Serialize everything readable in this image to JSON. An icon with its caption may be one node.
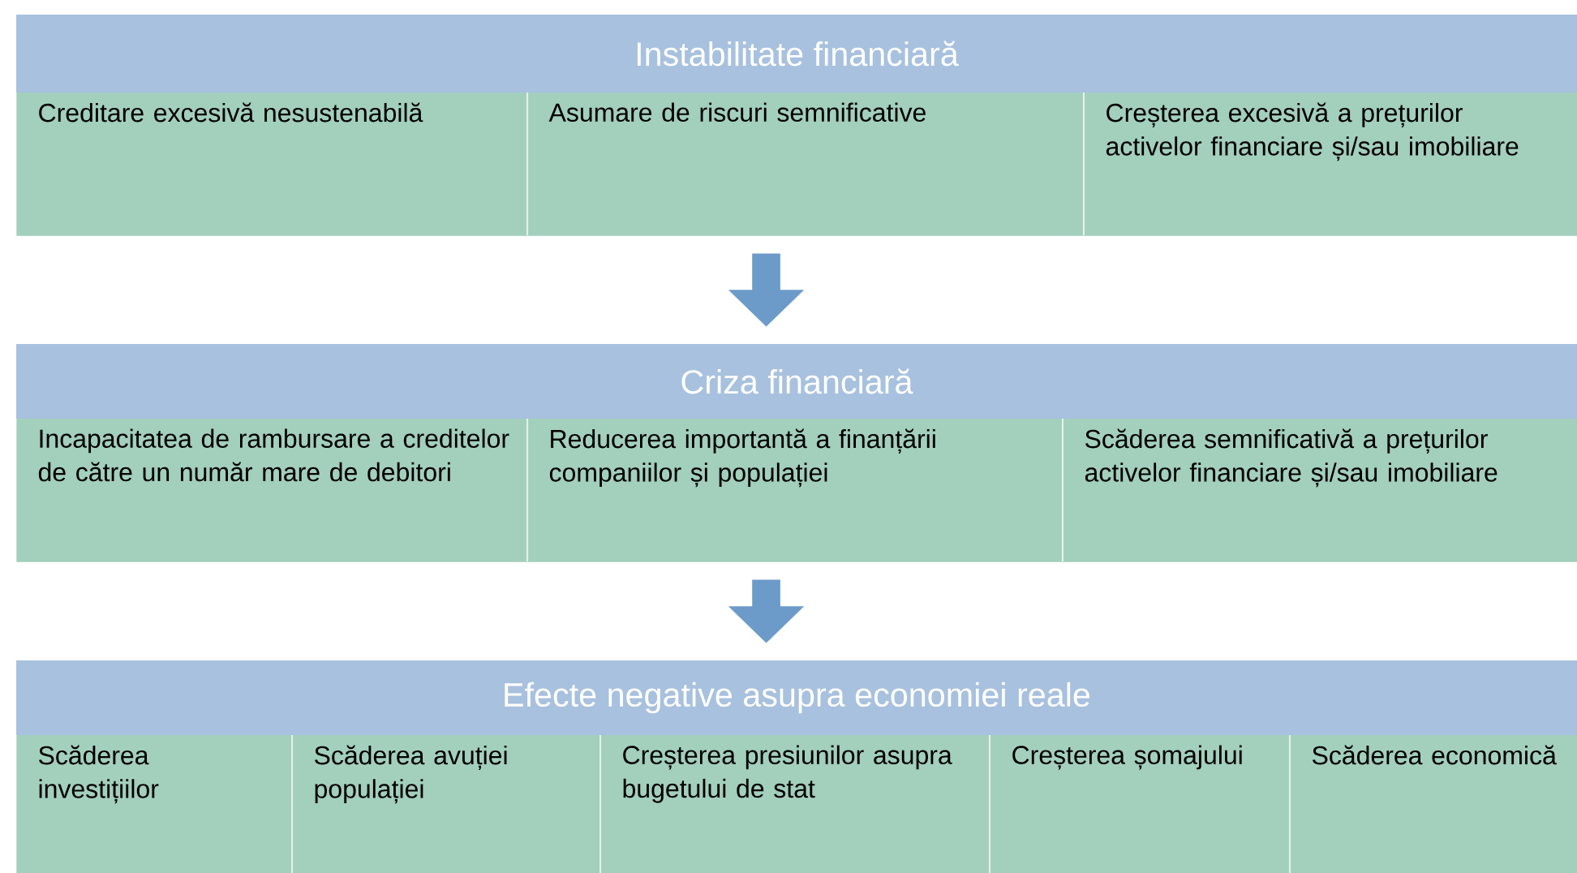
{
  "diagram": {
    "nodes": [
      {
        "text": [
          "Instabilitate financiară"
        ]
      },
      {
        "text": [
          "Creditare excesivă nesustenabilă"
        ],
        "in": 0
      },
      {
        "text": [
          "Asumare de riscuri semnificative"
        ],
        "in": 0
      },
      {
        "text": [
          "Creșterea excesivă a prețurilor activelor financiare și/sau imobiliare"
        ],
        "in": 0
      },
      {
        "text": [
          "Criza financiară"
        ]
      },
      {
        "text": [
          "Incapacitatea de rambursare a creditelor de către un număr mare de debitori"
        ],
        "in": 4
      },
      {
        "text": [
          "Reducerea importantă a finanțării companiilor și populației"
        ],
        "in": 4
      },
      {
        "text": [
          "Scăderea semnificativă a prețurilor activelor financiare și/sau imobiliare"
        ],
        "in": 4
      },
      {
        "text": [
          "Efecte negative asupra economiei reale"
        ]
      },
      {
        "text": [
          "Scăderea investițiilor"
        ],
        "in": 8
      },
      {
        "text": [
          "Scăderea avuției populației"
        ],
        "in": 8
      },
      {
        "text": [
          "Creșterea presiunilor asupra bugetului de stat"
        ],
        "in": 8
      },
      {
        "text": [
          "Creșterea șomajului"
        ],
        "in": 8
      },
      {
        "text": [
          "Scăderea economică"
        ],
        "in": 8
      }
    ],
    "edges": [
      {
        "from": 0,
        "to": 4,
        "arrow": "to"
      },
      {
        "from": 4,
        "to": 8,
        "arrow": "to"
      }
    ]
  }
}
